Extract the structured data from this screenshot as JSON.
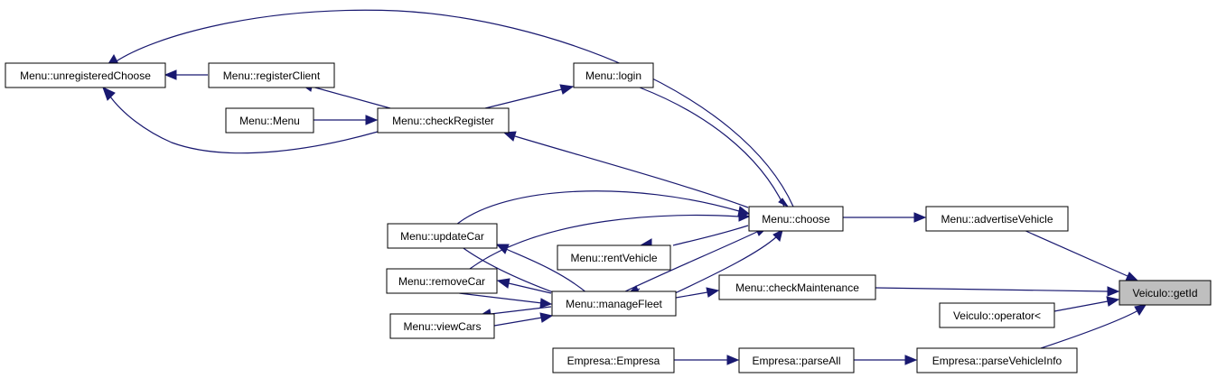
{
  "colors": {
    "edge": "#191970",
    "node_border": "#000000",
    "node_fill": "#ffffff",
    "highlight_fill": "#bfbfbf"
  },
  "nodes": {
    "unregisteredChoose": "Menu::unregisteredChoose",
    "registerClient": "Menu::registerClient",
    "menu": "Menu::Menu",
    "checkRegister": "Menu::checkRegister",
    "login": "Menu::login",
    "choose": "Menu::choose",
    "updateCar": "Menu::updateCar",
    "rentVehicle": "Menu::rentVehicle",
    "removeCar": "Menu::removeCar",
    "manageFleet": "Menu::manageFleet",
    "viewCars": "Menu::viewCars",
    "checkMaintenance": "Menu::checkMaintenance",
    "advertiseVehicle": "Menu::advertiseVehicle",
    "getId": "Veiculo::getId",
    "operatorLess": "Veiculo::operator<",
    "empresaEmpresa": "Empresa::Empresa",
    "parseAll": "Empresa::parseAll",
    "parseVehicleInfo": "Empresa::parseVehicleInfo"
  }
}
